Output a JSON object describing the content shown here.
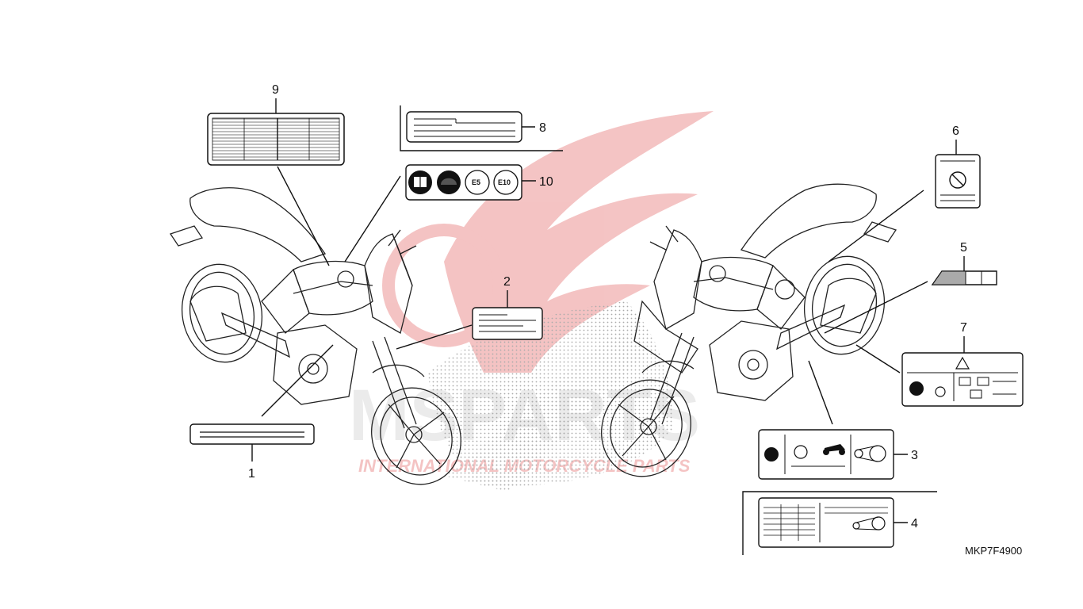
{
  "diagram": {
    "part_number": "MKP7F4900",
    "watermark": {
      "brand_text": "MSPARTS",
      "tagline": "INTERNATIONAL MOTORCYCLE PARTS",
      "color": "#e8a0a0"
    },
    "callouts": [
      {
        "id": "1",
        "label": "1"
      },
      {
        "id": "2",
        "label": "2"
      },
      {
        "id": "3",
        "label": "3"
      },
      {
        "id": "4",
        "label": "4"
      },
      {
        "id": "5",
        "label": "5"
      },
      {
        "id": "6",
        "label": "6"
      },
      {
        "id": "7",
        "label": "7"
      },
      {
        "id": "8",
        "label": "8"
      },
      {
        "id": "9",
        "label": "9"
      },
      {
        "id": "10",
        "label": "10"
      }
    ],
    "label_badges": {
      "e5": "E5",
      "e10": "E10"
    }
  }
}
